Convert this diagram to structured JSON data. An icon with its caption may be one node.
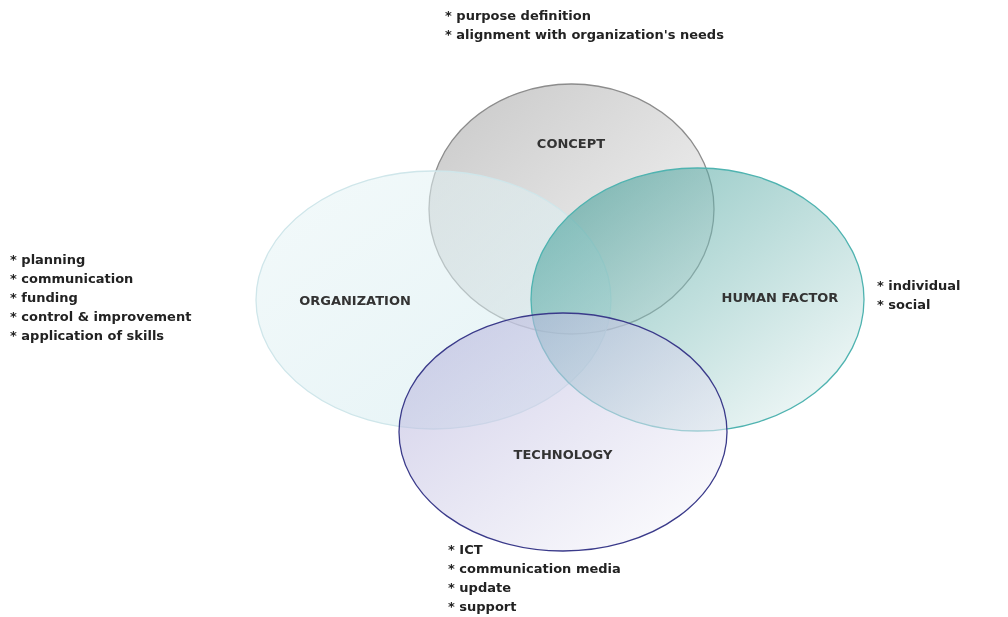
{
  "diagram": {
    "nodes": [
      {
        "text": [
          "CONCEPT"
        ],
        "beside": [
          "* purpose definition",
          "* alignment with organization's needs"
        ]
      },
      {
        "text": [
          "ORGANIZATION"
        ],
        "beside": [
          "* planning",
          "* communication",
          "* funding",
          "* control & improvement",
          "* application of skills"
        ]
      },
      {
        "text": [
          "HUMAN FACTOR"
        ],
        "beside": [
          "* individual",
          "* social"
        ]
      },
      {
        "text": [
          "TECHNOLOGY"
        ],
        "beside": [
          "* ICT",
          "* communication media",
          "* update",
          "* support"
        ]
      }
    ],
    "edges": []
  }
}
